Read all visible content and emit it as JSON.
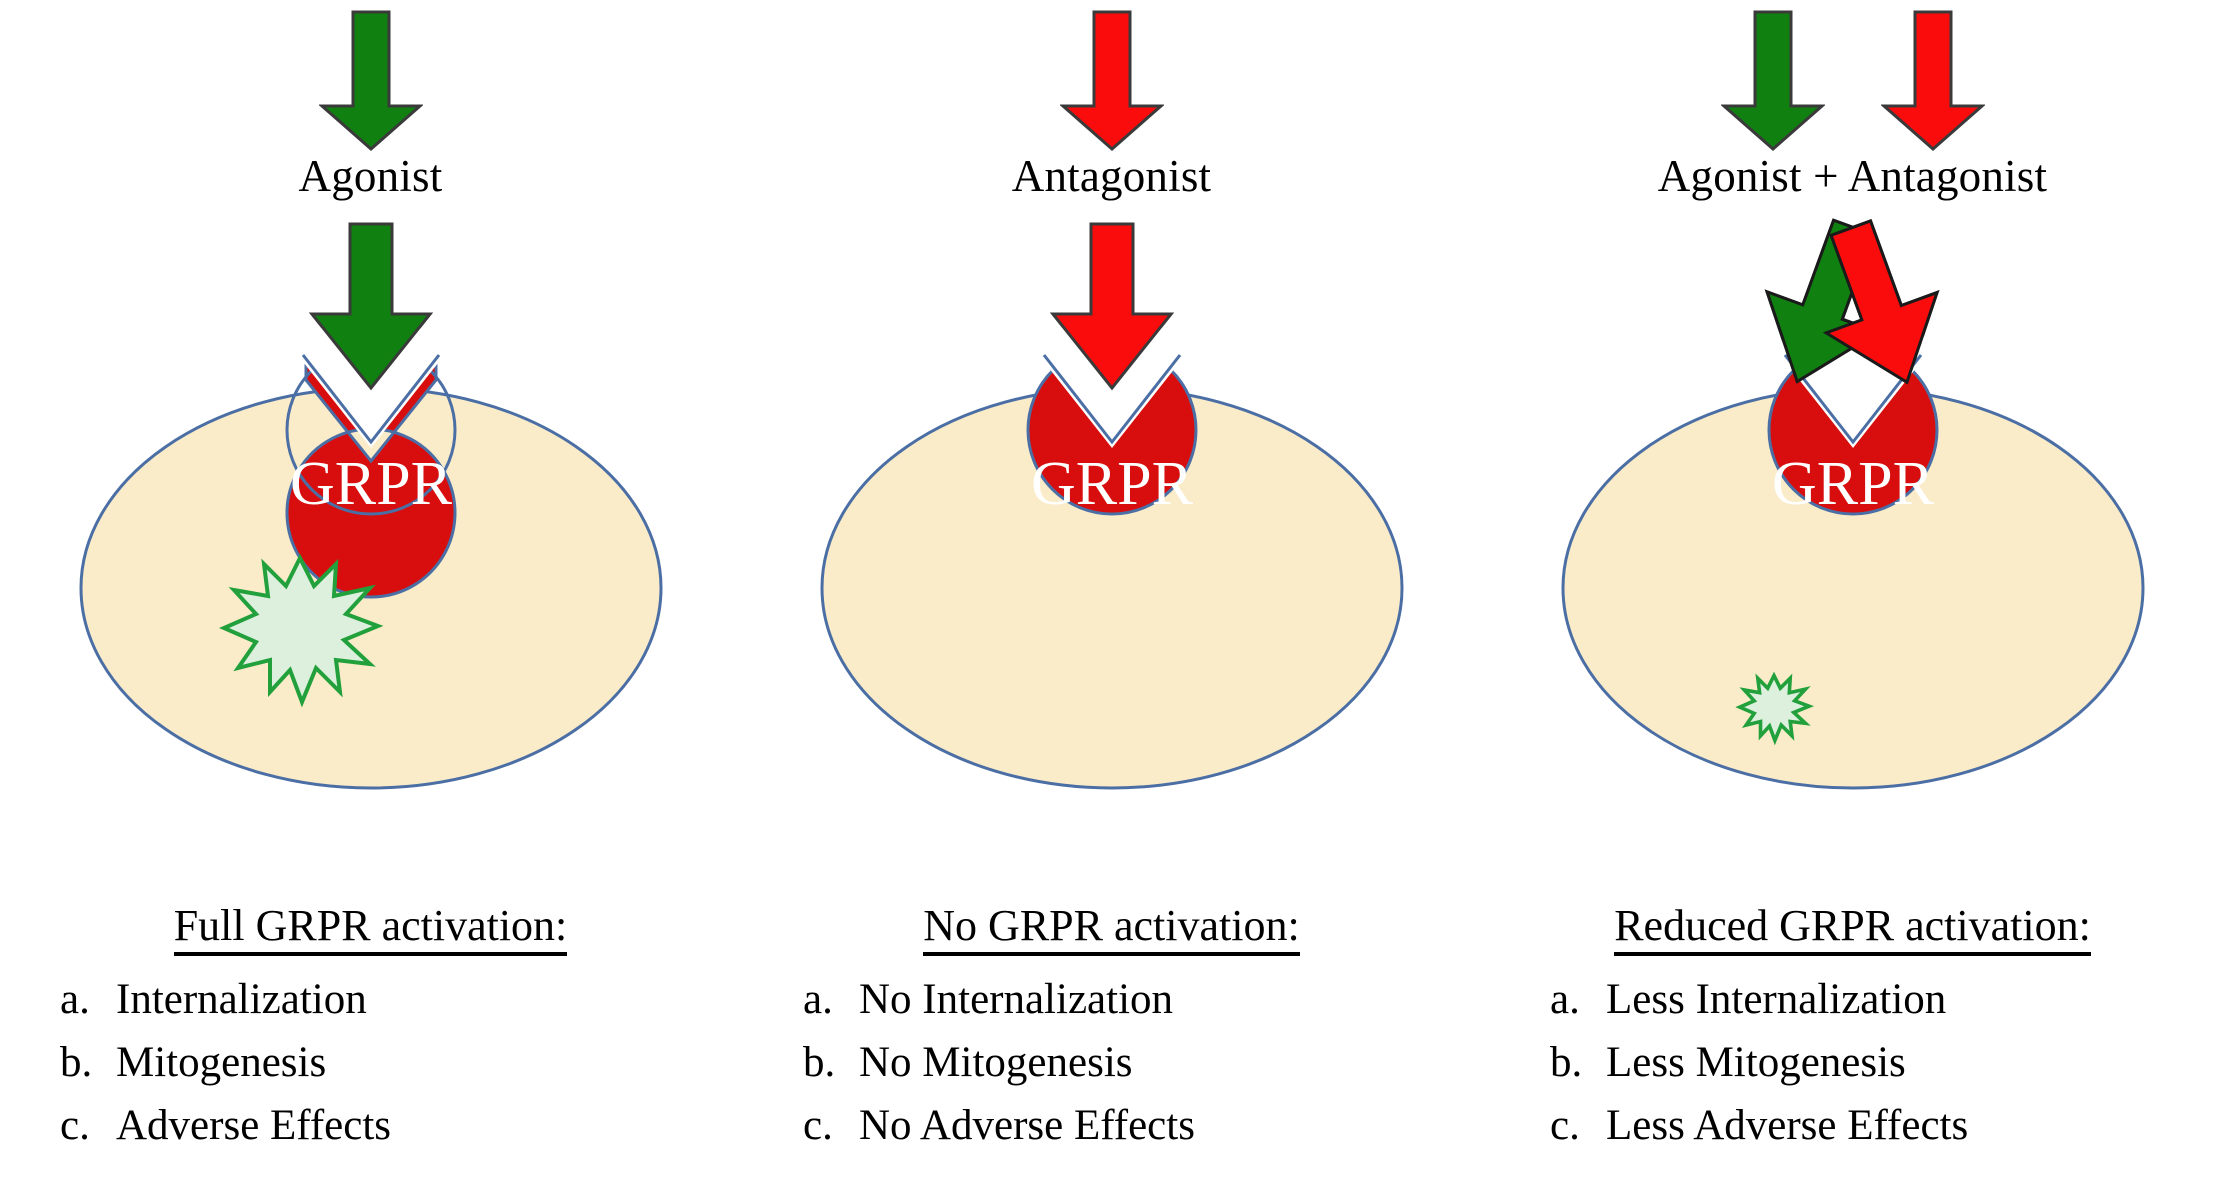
{
  "figure": {
    "title_text": "GRPR agonist / antagonist receptor activation schematic",
    "colors": {
      "agonist_arrow": "#108010",
      "antagonist_arrow": "#FB0C0C",
      "receptor_fill": "#D80D0D",
      "receptor_stroke": "#4B6FA5",
      "cell_fill": "#FBECC9",
      "cell_stroke": "#4B6FA5",
      "burst_stroke": "#22A03C",
      "burst_fill": "#DDEFDD",
      "receptor_label": "#FFFFFF",
      "text": "#000000"
    }
  },
  "panels": [
    {
      "id": "agonist",
      "stimulus_label": "Agonist",
      "arrows": [
        {
          "name": "agonist-arrow",
          "color": "#108010"
        }
      ],
      "receptor_label": "GRPR",
      "activation_burst": "full",
      "caption": {
        "title": "Full GRPR activation:",
        "items": [
          {
            "marker": "a.",
            "text": "Internalization"
          },
          {
            "marker": "b.",
            "text": "Mitogenesis"
          },
          {
            "marker": "c.",
            "text": "Adverse  Effects"
          }
        ]
      }
    },
    {
      "id": "antagonist",
      "stimulus_label": "Antagonist",
      "arrows": [
        {
          "name": "antagonist-arrow",
          "color": "#FB0C0C"
        }
      ],
      "receptor_label": "GRPR",
      "activation_burst": "none",
      "caption": {
        "title": "No GRPR activation:",
        "items": [
          {
            "marker": "a.",
            "text": "No Internalization"
          },
          {
            "marker": "b.",
            "text": "No Mitogenesis"
          },
          {
            "marker": "c.",
            "text": "No Adverse  Effects"
          }
        ]
      }
    },
    {
      "id": "combination",
      "stimulus_label": "Agonist + Antagonist",
      "arrows": [
        {
          "name": "agonist-arrow",
          "color": "#108010"
        },
        {
          "name": "antagonist-arrow",
          "color": "#FB0C0C"
        }
      ],
      "receptor_label": "GRPR",
      "activation_burst": "reduced",
      "caption": {
        "title": "Reduced GRPR activation:",
        "items": [
          {
            "marker": "a.",
            "text": "Less Internalization"
          },
          {
            "marker": "b.",
            "text": "Less Mitogenesis"
          },
          {
            "marker": "c.",
            "text": "Less Adverse Effects"
          }
        ]
      }
    }
  ]
}
